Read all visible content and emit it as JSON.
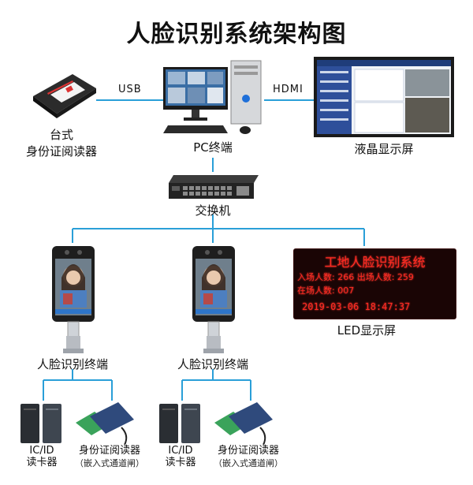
{
  "title": "人脸识别系统架构图",
  "nodes": {
    "desk_reader": {
      "line1": "台式",
      "line2": "身份证阅读器"
    },
    "pc": {
      "label": "PC终端"
    },
    "lcd": {
      "label": "液晶显示屏"
    },
    "switch": {
      "label": "交换机"
    },
    "face_terminal_1": {
      "label": "人脸识别终端"
    },
    "face_terminal_2": {
      "label": "人脸识别终端"
    },
    "led": {
      "label": "LED显示屏"
    },
    "ic_reader_1": {
      "line1": "IC/ID",
      "line2": "读卡器"
    },
    "id_reader_1": {
      "line1": "身份证阅读器",
      "line2": "（嵌入式通道闸）"
    },
    "ic_reader_2": {
      "line1": "IC/ID",
      "line2": "读卡器"
    },
    "id_reader_2": {
      "line1": "身份证阅读器",
      "line2": "（嵌入式通道闸）"
    }
  },
  "connections": {
    "usb": "USB",
    "hdmi": "HDMI"
  },
  "led_panel": {
    "title": "工地人脸识别系统",
    "line2": "入场人数: 266 出场人数: 259",
    "line3": "在场人数: 007",
    "datetime": "2019-03-06 18:47:37"
  },
  "colors": {
    "connector": "#2a9fd8",
    "led_text": "#ff2a22",
    "led_bg": "#1a0505"
  }
}
